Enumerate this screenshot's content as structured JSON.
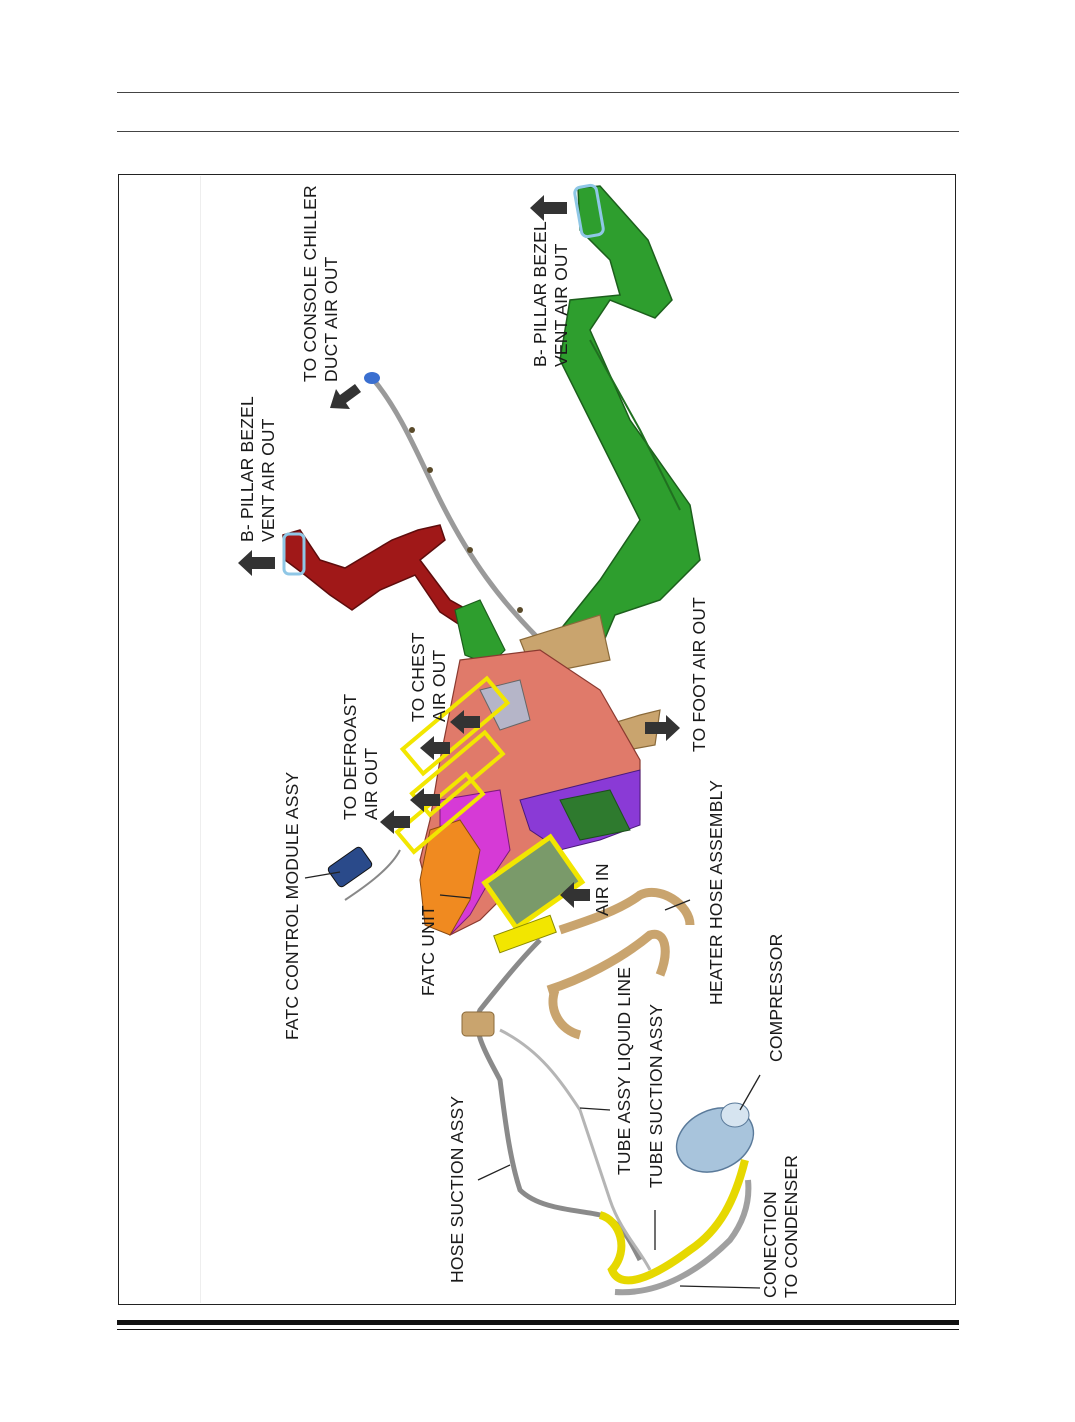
{
  "labels": {
    "b_pillar_left_1": "B- PILLAR BEZEL",
    "b_pillar_left_2": "VENT AIR OUT",
    "console_chiller_1": "TO CONSOLE CHILLER",
    "console_chiller_2": "DUCT AIR OUT",
    "b_pillar_right_1": "B- PILLAR BEZEL",
    "b_pillar_right_2": "VENT AIR OUT",
    "fatc_control": "FATC CONTROL MODULE ASSY",
    "defroast_1": "TO DEFROAST",
    "defroast_2": "AIR OUT",
    "chest_1": "TO CHEST",
    "chest_2": "AIR OUT",
    "foot": "TO FOOT AIR OUT",
    "air_in": "AIR IN",
    "fatc_unit": "FATC UNIT",
    "heater_hose": "HEATER HOSE ASSEMBLY",
    "tube_liquid": "TUBE ASSY LIQUID LINE",
    "tube_suction": "TUBE SUCTION ASSY",
    "hose_suction": "HOSE SUCTION ASSY",
    "compressor": "COMPRESSOR",
    "condenser_1": "CONECTION",
    "condenser_2": "TO CONDENSER"
  },
  "colors": {
    "duct_green": "#2e9e2e",
    "duct_red": "#a01818",
    "duct_tan": "#c9a46e",
    "housing_magenta": "#d63ad6",
    "housing_salmon": "#e07a6a",
    "housing_orange": "#f08a20",
    "highlight_yellow": "#f2e600",
    "pipe_gray": "#8a8a8a",
    "arrow_dark": "#333333",
    "compressor_blue": "#a8c4dc"
  }
}
